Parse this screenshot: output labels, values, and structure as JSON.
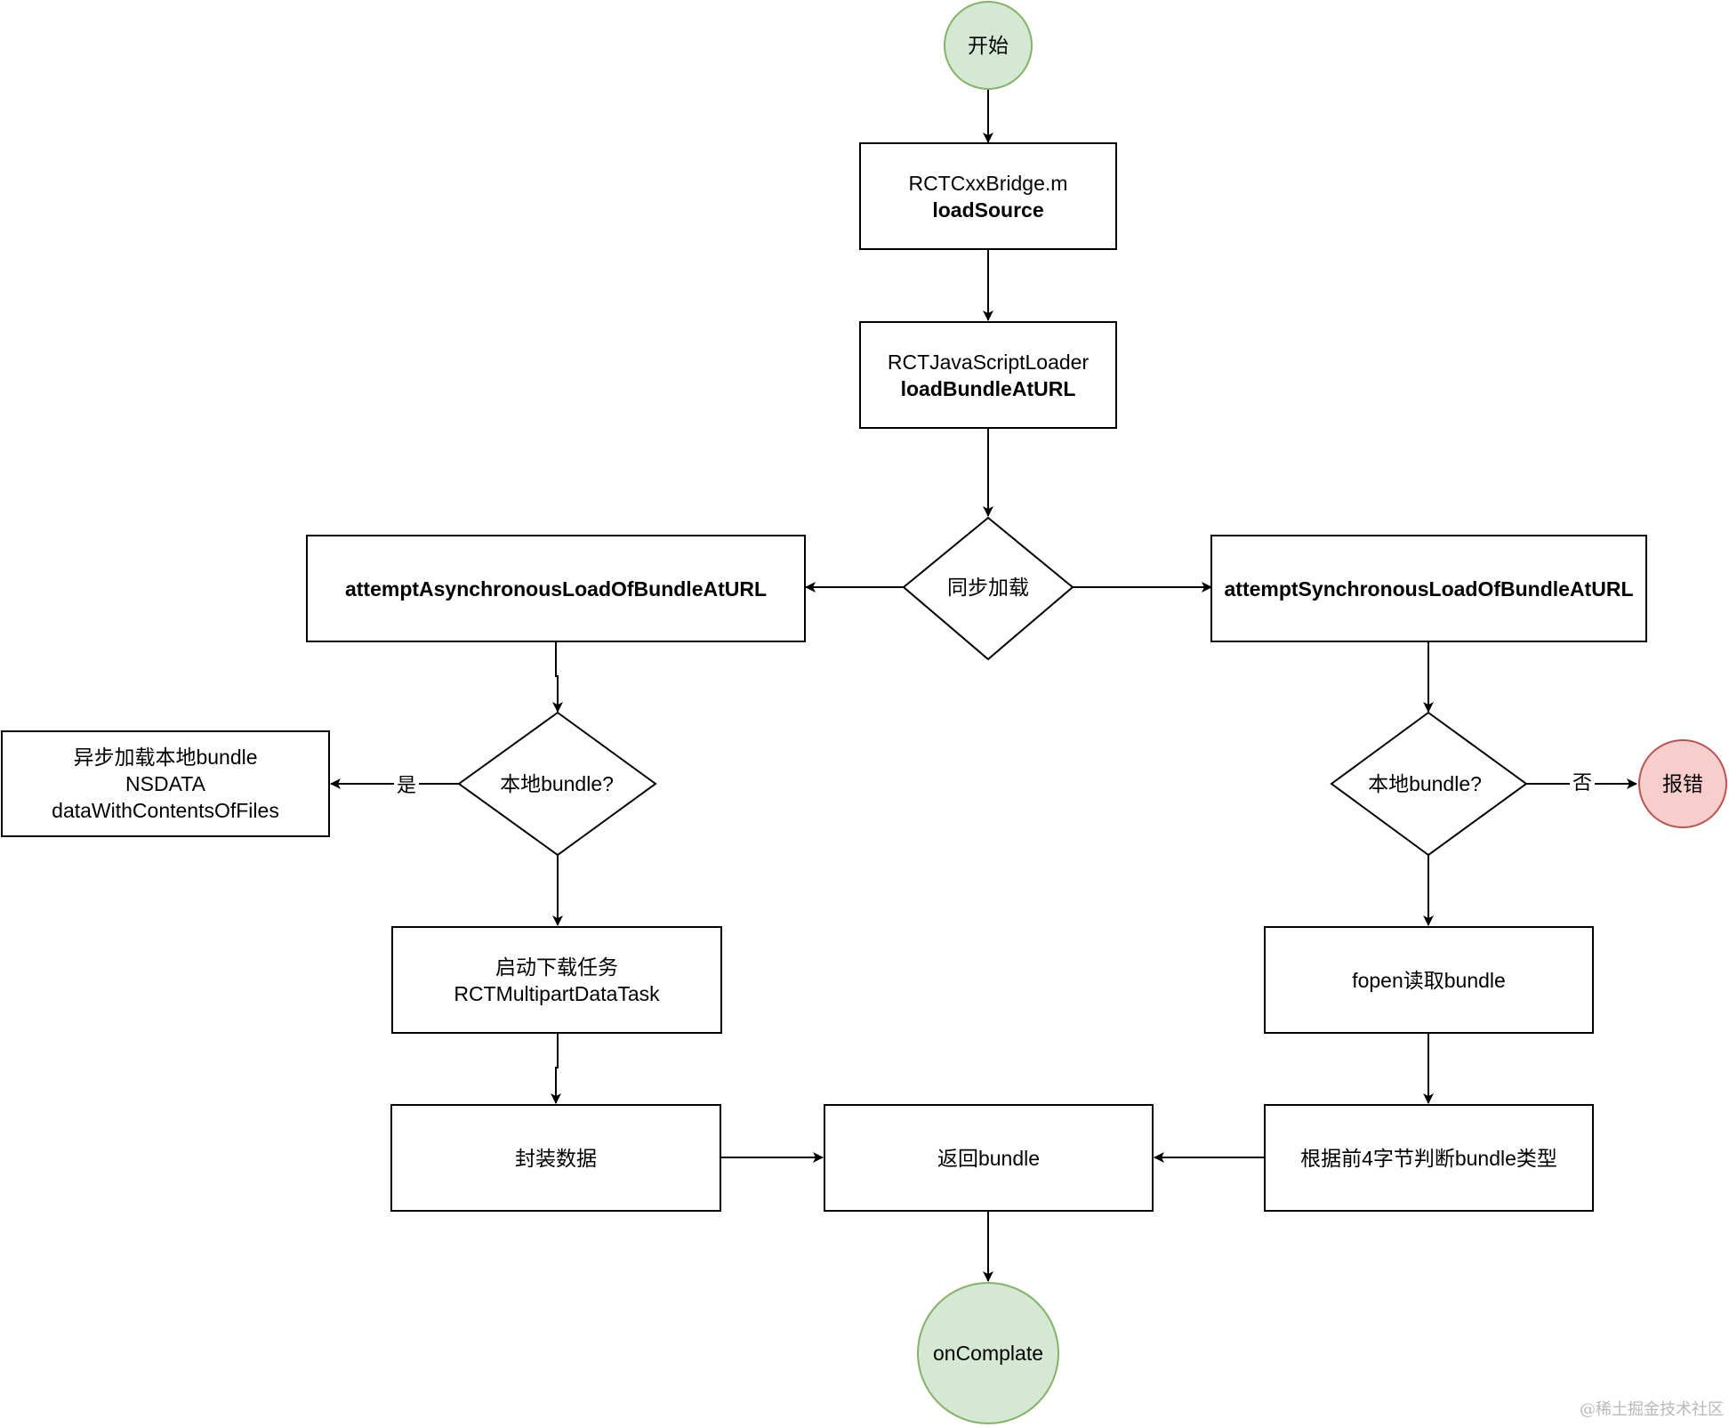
{
  "nodes": {
    "start": {
      "label": "开始"
    },
    "bridge": {
      "line1": "RCTCxxBridge.m",
      "line2": "loadSource"
    },
    "loader": {
      "line1": "RCTJavaScriptLoader",
      "line2": "loadBundleAtURL"
    },
    "sync_decision": {
      "label": "同步加载"
    },
    "async_load": {
      "label": "attemptAsynchronousLoadOfBundleAtURL"
    },
    "sync_load": {
      "label": "attemptSynchronousLoadOfBundleAtURL"
    },
    "local_left": {
      "label": "本地bundle?"
    },
    "local_right": {
      "label": "本地bundle?"
    },
    "async_local": {
      "line1": "异步加载本地bundle",
      "line2": "NSDATA",
      "line3": "dataWithContentsOfFiles"
    },
    "error": {
      "label": "报错"
    },
    "download": {
      "line1": "启动下载任务",
      "line2": "RCTMultipartDataTask"
    },
    "fopen": {
      "label": "fopen读取bundle"
    },
    "package": {
      "label": "封装数据"
    },
    "return": {
      "label": "返回bundle"
    },
    "detect": {
      "label": "根据前4字节判断bundle类型"
    },
    "complete": {
      "label": "onComplate"
    }
  },
  "edge_labels": {
    "yes": "是",
    "no": "否"
  },
  "watermark": "@稀土掘金技术社区",
  "colors": {
    "start_fill": "#d5e8d4",
    "start_stroke": "#82b366",
    "error_fill": "#f8cecc",
    "error_stroke": "#b85450"
  }
}
